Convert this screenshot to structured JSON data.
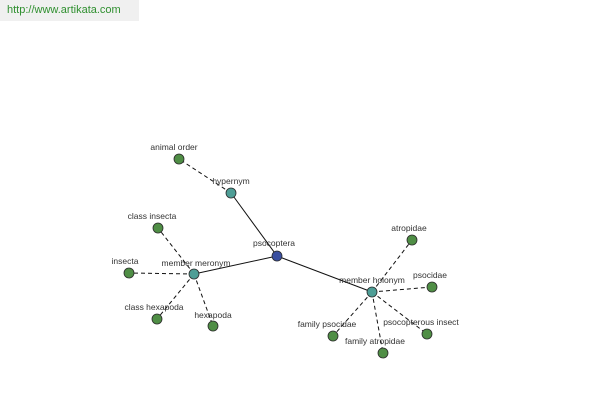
{
  "header": {
    "url": "http://www.artikata.com"
  },
  "colors": {
    "root": "#3a4fa0",
    "relation": "#4e9e96",
    "leaf": "#4f8e45",
    "stroke": "#2a2a2a",
    "edge": "#111111"
  },
  "graph": {
    "root": "psocoptera",
    "relations": [
      "hypernym",
      "member meronym",
      "member holonym"
    ],
    "leaves": {
      "hypernym": [
        "animal order"
      ],
      "member meronym": [
        "class insecta",
        "insecta",
        "class hexapoda",
        "hexapoda"
      ],
      "member holonym": [
        "atropidae",
        "psocidae",
        "psocopterous insect",
        "family atropidae",
        "family psocidae"
      ]
    }
  }
}
